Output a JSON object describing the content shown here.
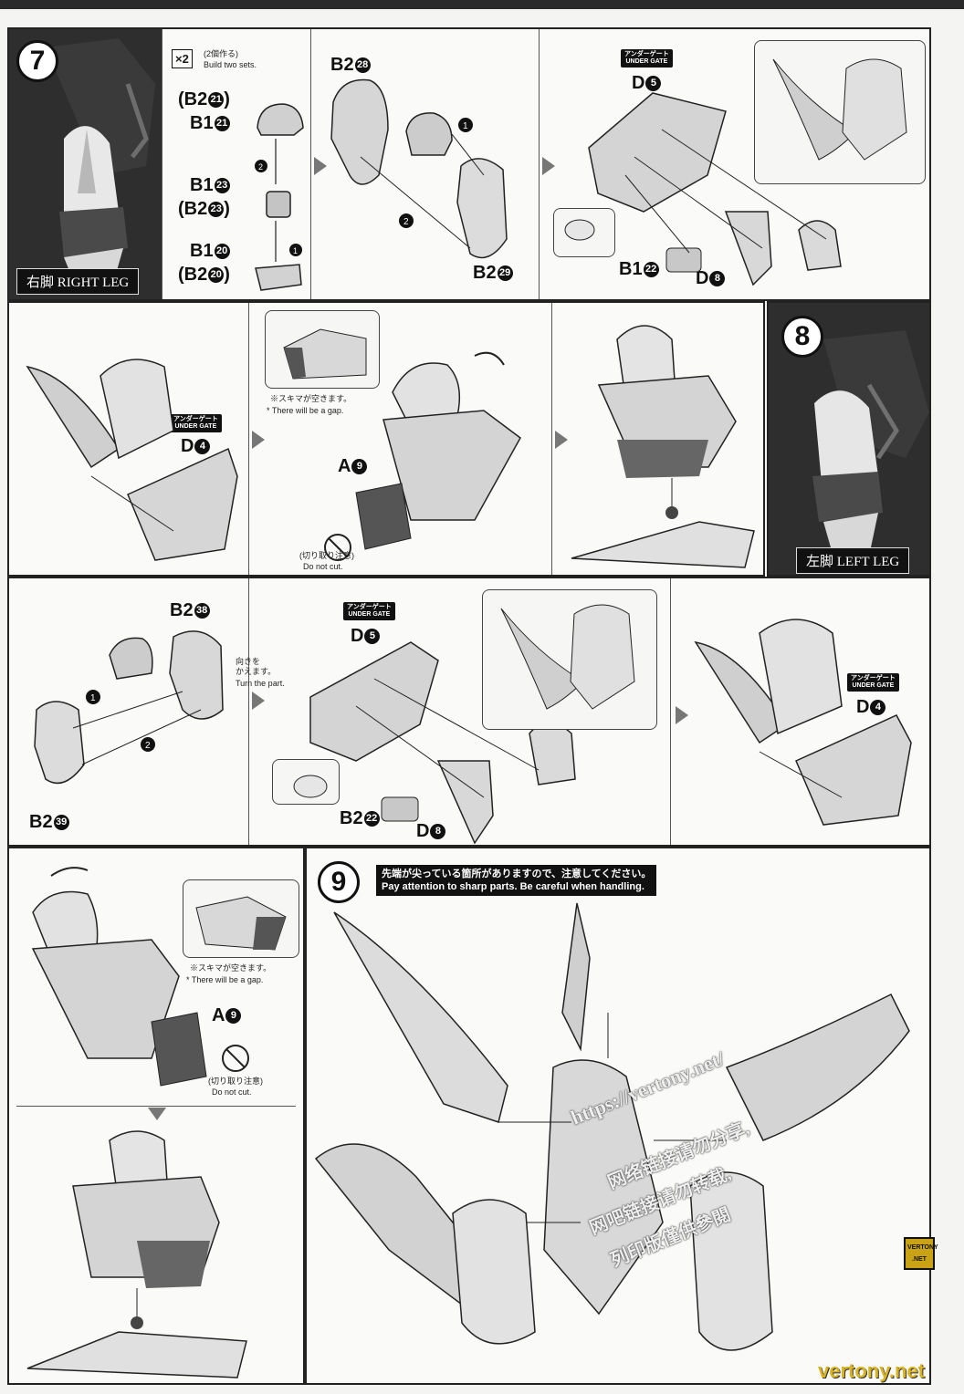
{
  "step7": {
    "number": "7",
    "banner_jp": "右脚",
    "banner_en": "RIGHT LEG",
    "x2_mark": "×2",
    "build_jp": "(2個作る)",
    "build_en": "Build two sets.",
    "part_b2_21": "(B2",
    "part_b2_21_num": "21",
    "part_b1_21": "B1",
    "part_b1_21_num": "21",
    "part_b1_23": "B1",
    "part_b1_23_num": "23",
    "part_b2_23": "(B2",
    "part_b2_23_num": "23",
    "part_b1_20": "B1",
    "part_b1_20_num": "20",
    "part_b2_20": "(B2",
    "part_b2_20_num": "20",
    "part_b2_28": "B2",
    "part_b2_28_num": "28",
    "part_b2_29": "B2",
    "part_b2_29_num": "29",
    "part_d5": "D",
    "part_d5_num": "5",
    "part_b1_22": "B1",
    "part_b1_22_num": "22",
    "part_d8": "D",
    "part_d8_num": "8",
    "part_d4": "D",
    "part_d4_num": "4",
    "part_a9": "A",
    "part_a9_num": "9",
    "gap_jp": "※スキマが空きます。",
    "gap_en": "* There will be a gap.",
    "donotcut_jp": "(切り取り注意)",
    "donotcut_en": "Do not cut.",
    "under_gate_jp": "アンダーゲート",
    "under_gate_en": "UNDER GATE"
  },
  "step8": {
    "number": "8",
    "banner_jp": "左脚",
    "banner_en": "LEFT LEG",
    "part_b2_38": "B2",
    "part_b2_38_num": "38",
    "part_b2_39": "B2",
    "part_b2_39_num": "39",
    "turn_jp": "向きを\nかえます。",
    "turn_en": "Turn the part.",
    "part_d5": "D",
    "part_d5_num": "5",
    "part_b2_22": "B2",
    "part_b2_22_num": "22",
    "part_d8": "D",
    "part_d8_num": "8",
    "part_d4": "D",
    "part_d4_num": "4",
    "part_a9": "A",
    "part_a9_num": "9",
    "gap_jp": "※スキマが空きます。",
    "gap_en": "* There will be a gap.",
    "donotcut_jp": "(切り取り注意)",
    "donotcut_en": "Do not cut.",
    "under_gate_jp": "アンダーゲート",
    "under_gate_en": "UNDER GATE"
  },
  "step9": {
    "number": "9",
    "warning_jp": "先端が尖っている箇所がありますので、注意してください。",
    "warning_en": "Pay attention to sharp parts. Be careful when handling."
  },
  "watermarks": {
    "url": "https://vertony.net/",
    "line1": "网络链接请勿分享,",
    "line2": "网吧链接请勿转载,",
    "line3": "列印版僅供參閱",
    "badge_top": "VERTONY",
    "badge_bottom": ".NET",
    "footer": "vertony.net"
  },
  "colors": {
    "panel_border": "#222222",
    "photo_bg": "#2e2e2e",
    "badge_yellow": "#c9a216",
    "part_gray": "#bdbdbd",
    "dark_part": "#555555"
  }
}
